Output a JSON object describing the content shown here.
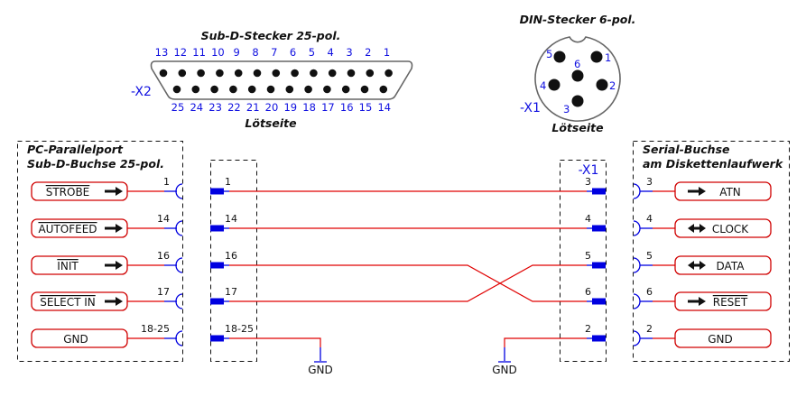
{
  "subd_connector": {
    "title": "Sub-D-Stecker 25-pol.",
    "designator": "-X2",
    "top_pins": [
      "13",
      "12",
      "11",
      "10",
      "9",
      "8",
      "7",
      "6",
      "5",
      "4",
      "3",
      "2",
      "1"
    ],
    "bottom_pins": [
      "25",
      "24",
      "23",
      "22",
      "21",
      "20",
      "19",
      "18",
      "17",
      "16",
      "15",
      "14"
    ],
    "side_label": "Lötseite"
  },
  "din_connector": {
    "title": "DIN-Stecker 6-pol.",
    "designator": "-X1",
    "pins": [
      "1",
      "2",
      "3",
      "4",
      "5",
      "6"
    ],
    "side_label": "Lötseite"
  },
  "left_box": {
    "title_line1": "PC-Parallelport",
    "title_line2": "Sub-D-Buchse 25-pol.",
    "signals": [
      {
        "label": "STROBE",
        "overline": true,
        "arrow": "right",
        "pin": "1"
      },
      {
        "label": "AUTOFEED",
        "overline": true,
        "arrow": "right",
        "pin": "14"
      },
      {
        "label": "INIT",
        "overline": true,
        "arrow": "right",
        "pin": "16"
      },
      {
        "label": "SELECT IN",
        "overline": true,
        "arrow": "right",
        "pin": "17"
      },
      {
        "label": "GND",
        "overline": false,
        "arrow": "none",
        "pin": "18-25"
      }
    ]
  },
  "x2_plug": {
    "pins": [
      "1",
      "14",
      "16",
      "17",
      "18-25"
    ]
  },
  "x1_plug": {
    "designator": "-X1",
    "pins": [
      "3",
      "4",
      "5",
      "6",
      "2"
    ]
  },
  "right_box": {
    "title_line1": "Serial-Buchse",
    "title_line2": "am Diskettenlaufwerk",
    "signals": [
      {
        "label": "ATN",
        "overline": false,
        "arrow": "right",
        "pin": "3"
      },
      {
        "label": "CLOCK",
        "overline": false,
        "arrow": "both",
        "pin": "4"
      },
      {
        "label": "DATA",
        "overline": false,
        "arrow": "both",
        "pin": "5"
      },
      {
        "label": "RESET",
        "overline": true,
        "arrow": "right",
        "pin": "6"
      },
      {
        "label": "GND",
        "overline": false,
        "arrow": "none",
        "pin": "2"
      }
    ]
  },
  "ground": {
    "left_label": "GND",
    "right_label": "GND"
  },
  "connections": [
    {
      "from": "1",
      "to": "3",
      "crossed": false
    },
    {
      "from": "14",
      "to": "4",
      "crossed": false
    },
    {
      "from": "16",
      "to": "5",
      "crossed": true
    },
    {
      "from": "17",
      "to": "6",
      "crossed": true
    },
    {
      "from": "18-25",
      "to": "2",
      "crossed": false
    }
  ],
  "colors": {
    "wire": "#e00000",
    "connector": "#0000e0",
    "pin_label": "#1010e0"
  }
}
